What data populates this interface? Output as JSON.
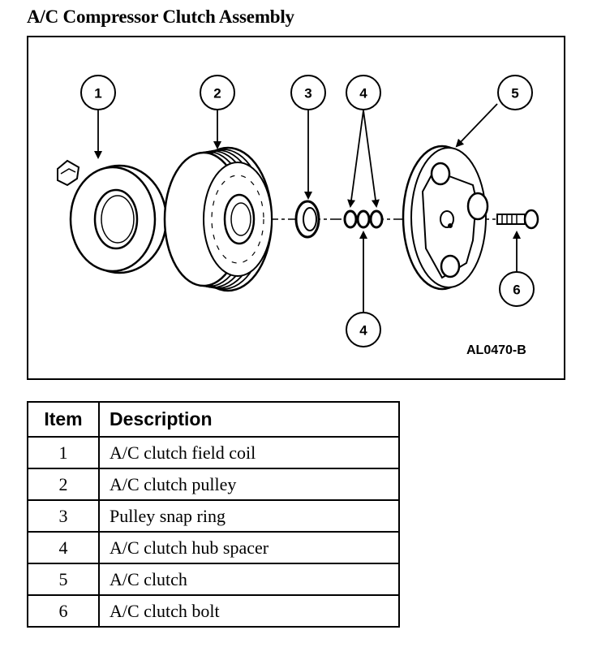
{
  "title": "A/C Compressor Clutch Assembly",
  "figure": {
    "code": "AL0470-B",
    "callouts": [
      "1",
      "2",
      "3",
      "4",
      "5",
      "4",
      "6"
    ]
  },
  "table": {
    "headers": {
      "item": "Item",
      "description": "Description"
    },
    "rows": [
      {
        "item": "1",
        "description": "A/C clutch field coil"
      },
      {
        "item": "2",
        "description": "A/C clutch pulley"
      },
      {
        "item": "3",
        "description": "Pulley snap ring"
      },
      {
        "item": "4",
        "description": "A/C clutch hub spacer"
      },
      {
        "item": "5",
        "description": "A/C clutch"
      },
      {
        "item": "6",
        "description": "A/C clutch bolt"
      }
    ]
  }
}
